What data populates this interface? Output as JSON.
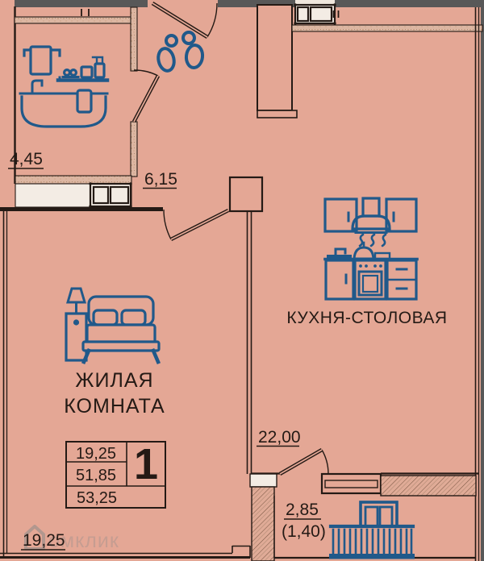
{
  "plan": {
    "rooms": {
      "living_room": {
        "label_line1": "ЖИЛАЯ",
        "label_line2": "КОМНАТА",
        "dimension": "19,25"
      },
      "kitchen_dining": {
        "label": "КУХНЯ-СТОЛОВАЯ",
        "dimension": "22,00"
      },
      "bathroom": {
        "area": "4,45"
      },
      "hallway": {
        "area": "6,15"
      },
      "balcony": {
        "area": "2,85",
        "area_reduced": "(1,40)"
      }
    },
    "info_table": {
      "living_area": "19,25",
      "area_without_balcony": "51,85",
      "total_area": "53,25",
      "rooms_count": "1"
    },
    "watermark": {
      "text": "омклик"
    },
    "icons": {
      "bathroom": "bathtub-icon",
      "hallway": "slippers-icon",
      "living_room": "double-bed-icon",
      "kitchen": "kitchen-set-icon",
      "balcony": "balcony-railing-icon",
      "watermark": "house-icon"
    },
    "colors": {
      "floor": "#e4a795",
      "wall_speckle": "#dcb6a2",
      "wall_white": "#f3ece4",
      "line": "#241a15",
      "icon_blue": "#20598a",
      "top_cut_strip": "#585858",
      "watermark_gray": "#8a8a8a"
    }
  }
}
